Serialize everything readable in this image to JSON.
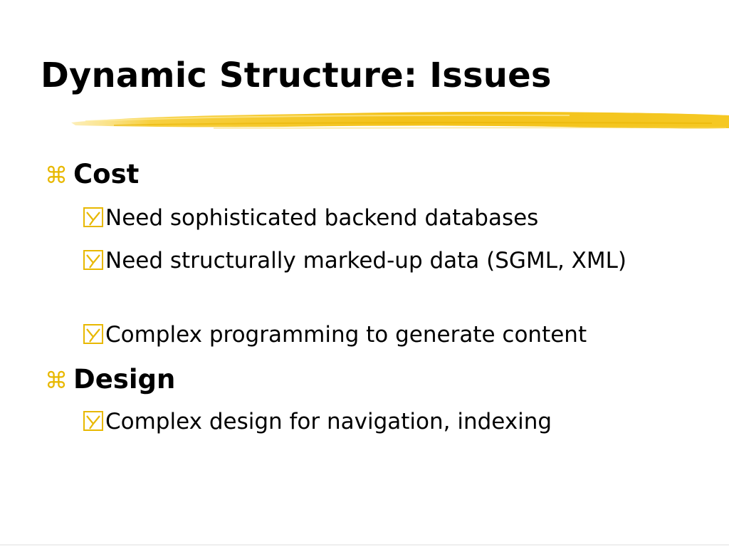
{
  "slide": {
    "title": "Dynamic Structure: Issues",
    "accent_color": "#E8B800",
    "underline_color": "#F5C518",
    "level1_icon": "command-key-icon",
    "level2_icon": "checkbox-y-icon",
    "bullets": [
      {
        "label": "Cost",
        "items": [
          "Need sophisticated backend databases",
          "Need structurally marked-up data (SGML, XML)",
          "Complex programming to generate content"
        ]
      },
      {
        "label": "Design",
        "items": [
          "Complex design for navigation, indexing"
        ]
      }
    ]
  }
}
